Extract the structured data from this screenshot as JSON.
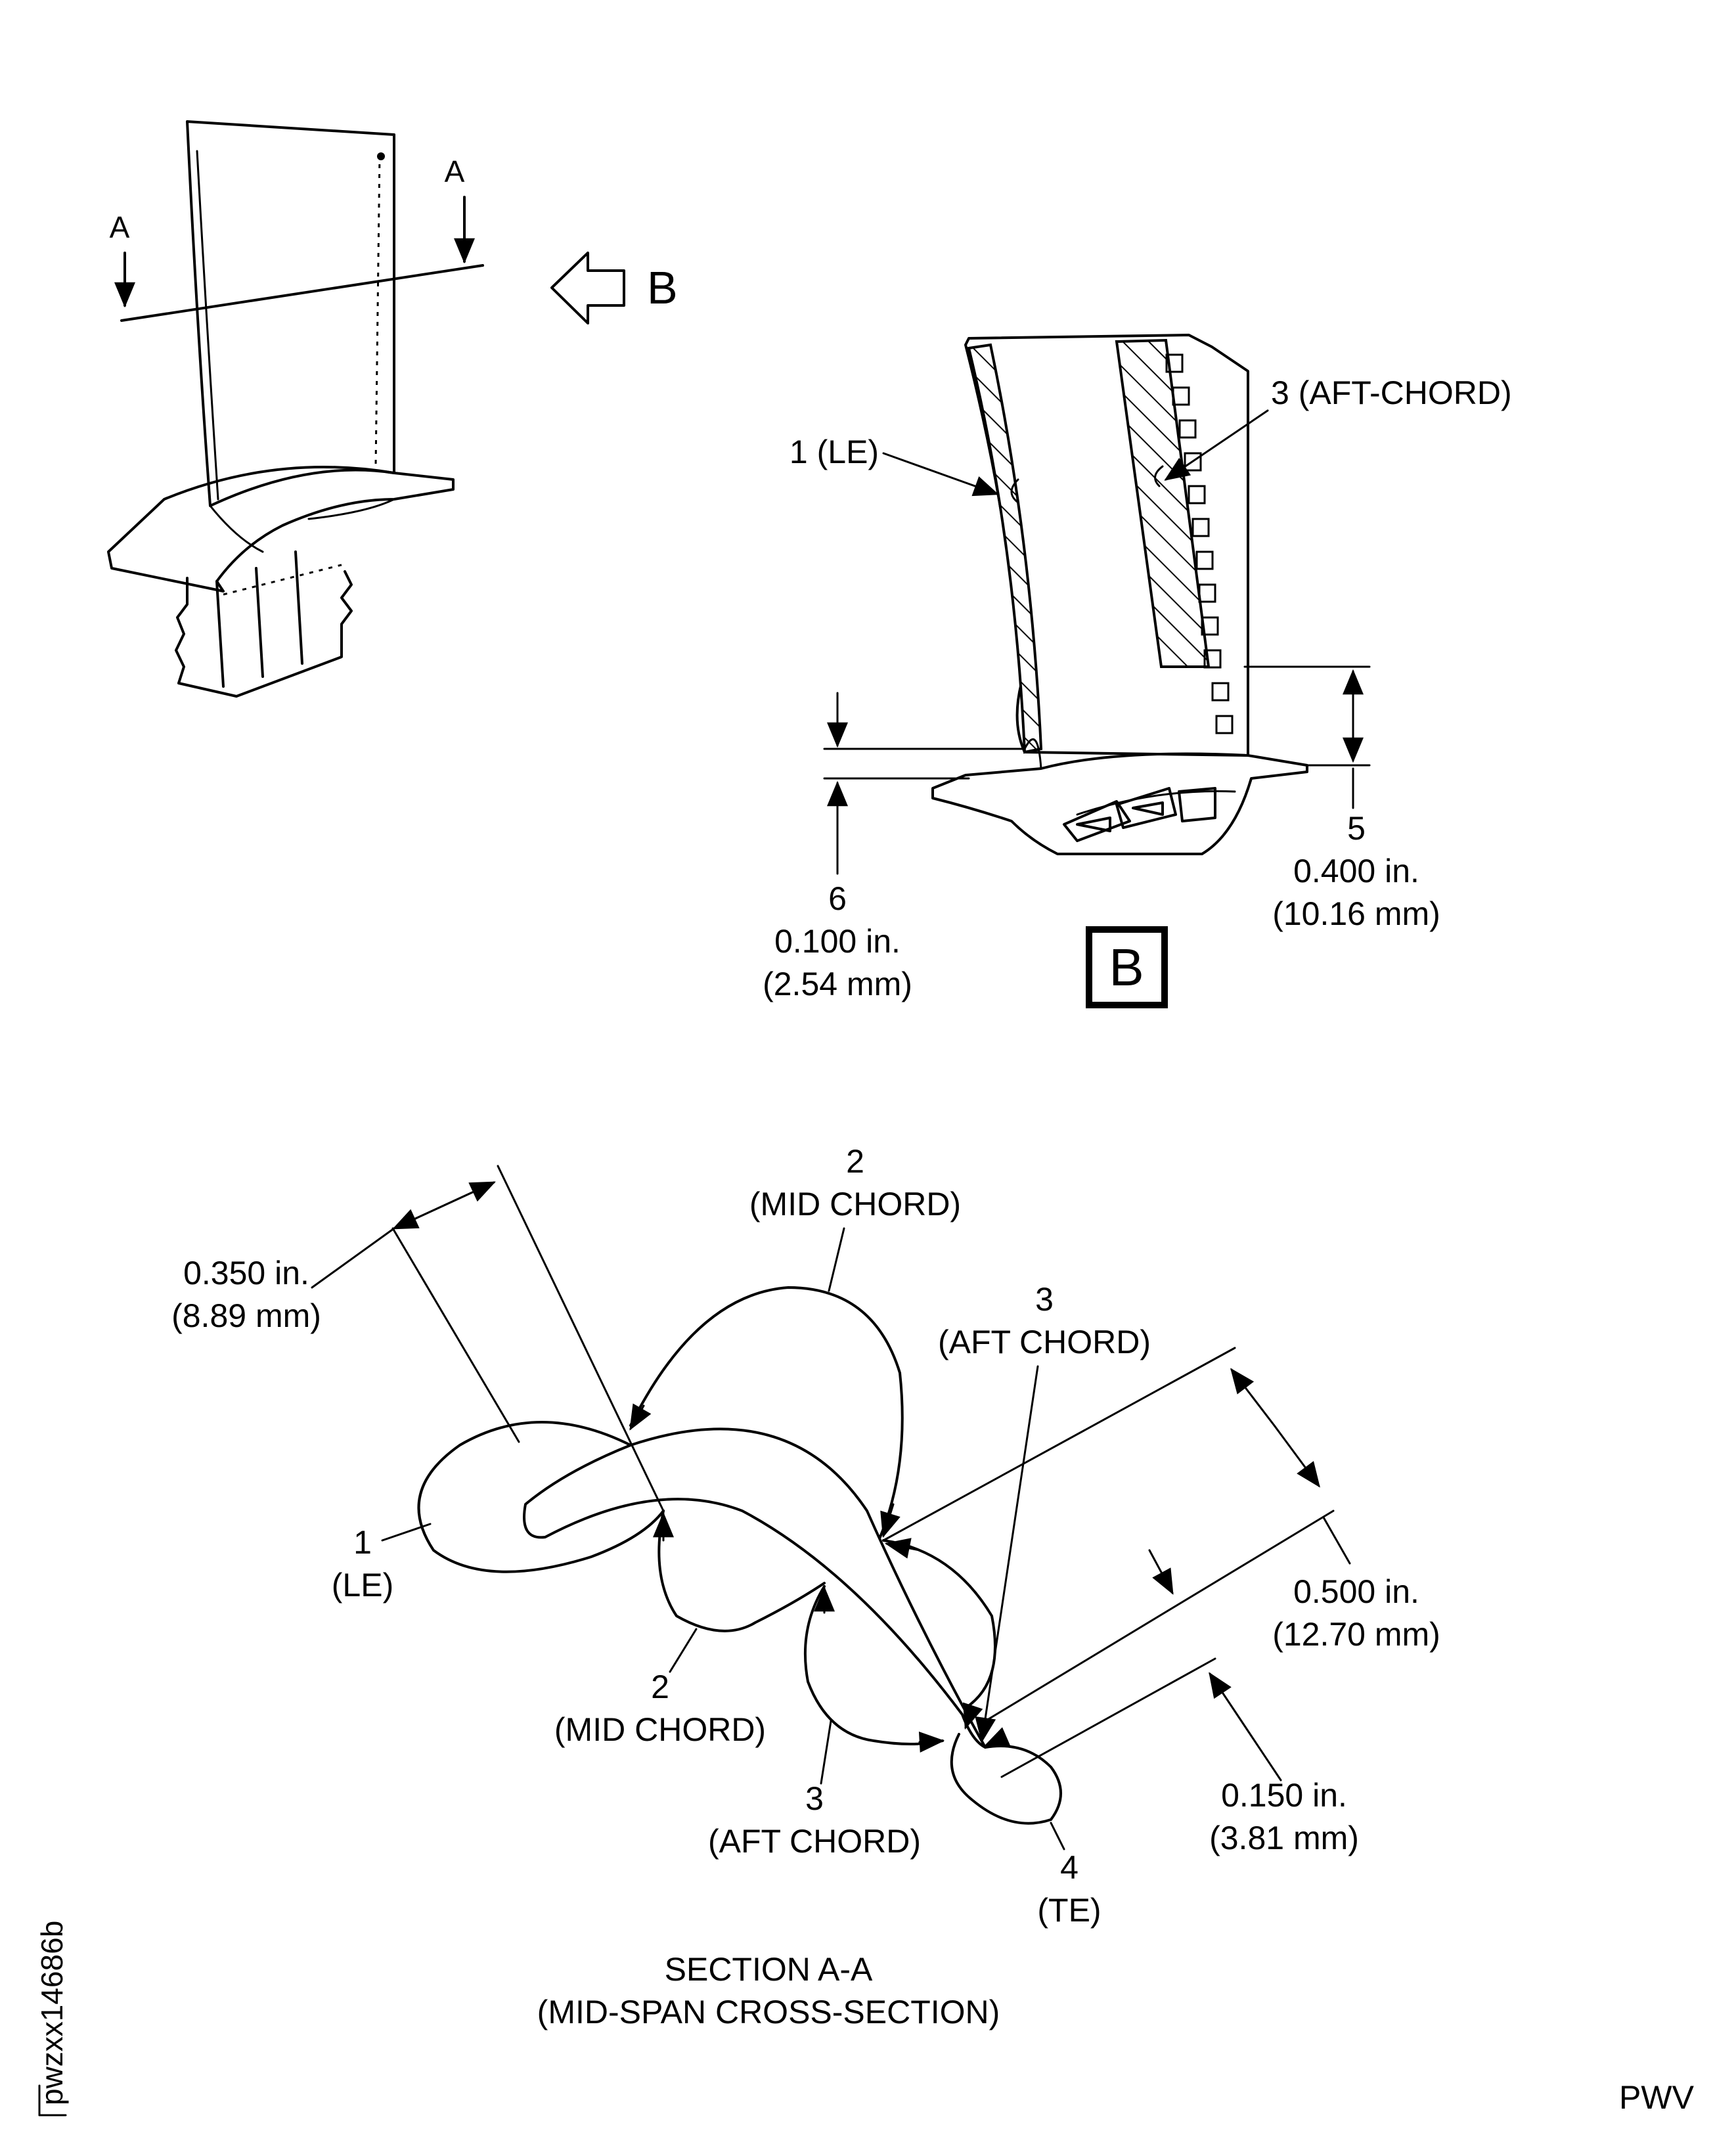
{
  "view_a": {
    "section_letter_left": "A",
    "section_letter_right": "A",
    "view_arrow_letter": "B"
  },
  "view_b": {
    "callouts": {
      "le": "1 (LE)",
      "aft_chord": "3 (AFT-CHORD)"
    },
    "dim_6": {
      "number": "6",
      "inch": "0.100 in.",
      "mm": "(2.54 mm)"
    },
    "dim_5": {
      "number": "5",
      "inch": "0.400 in.",
      "mm": "(10.16 mm)"
    },
    "view_label": "B"
  },
  "section": {
    "dim_350": {
      "inch": "0.350 in.",
      "mm": "(8.89 mm)"
    },
    "zone_2_top": {
      "number": "2",
      "name": "(MID CHORD)"
    },
    "zone_3_top": {
      "number": "3",
      "name": "(AFT CHORD)"
    },
    "zone_1": {
      "number": "1",
      "name": "(LE)"
    },
    "zone_2_bottom": {
      "number": "2",
      "name": "(MID CHORD)"
    },
    "zone_3_bottom": {
      "number": "3",
      "name": "(AFT CHORD)"
    },
    "zone_4": {
      "number": "4",
      "name": "(TE)"
    },
    "dim_500": {
      "inch": "0.500 in.",
      "mm": "(12.70 mm)"
    },
    "dim_150": {
      "inch": "0.150 in.",
      "mm": "(3.81 mm)"
    },
    "title": "SECTION A-A",
    "subtitle": "(MID-SPAN CROSS-SECTION)"
  },
  "figure_id": "pwzxx14686b",
  "footer_code": "PWV"
}
